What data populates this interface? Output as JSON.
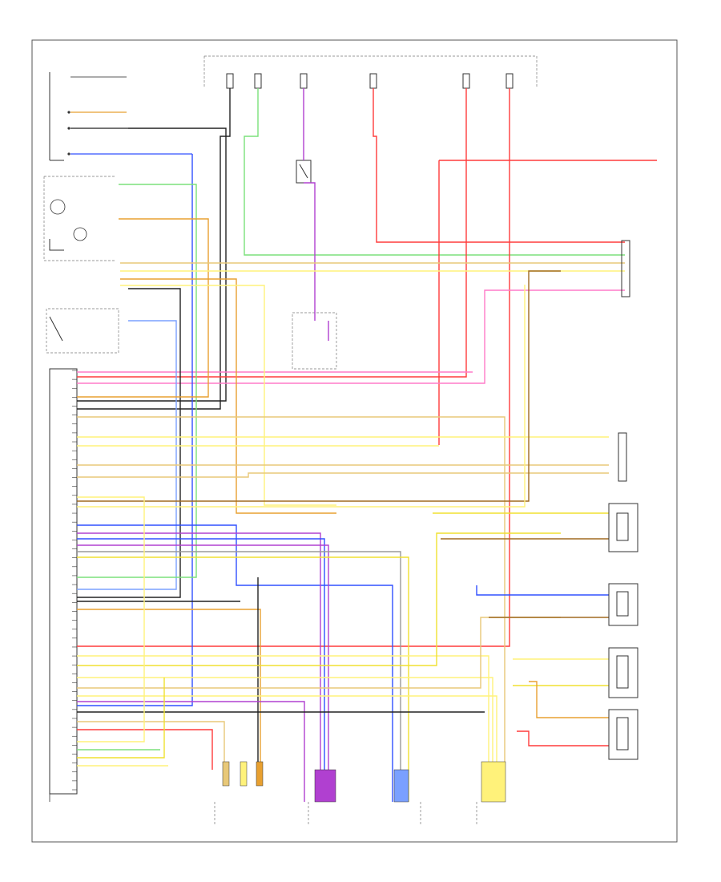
{
  "diagram": {
    "footer_code": "",
    "colors": {
      "red": "#ff3b3b",
      "pink": "#ff7ac8",
      "orange": "#e8a030",
      "brown": "#a06a20",
      "yellow": "#f0e030",
      "light_yellow": "#fff27a",
      "green": "#30c030",
      "light_green": "#7be07b",
      "blue": "#3050ff",
      "light_blue": "#7aa0ff",
      "violet": "#b040d0",
      "black": "#222222",
      "gray": "#9a9a9a",
      "tan": "#e8c878"
    },
    "components": [
      {
        "id": "ignition-switch",
        "label": ""
      },
      {
        "id": "fuse-hot-at-all-times",
        "label": ""
      },
      {
        "id": "fuse-hot-in-run",
        "label": ""
      },
      {
        "id": "fuse-block-1",
        "label": ""
      },
      {
        "id": "fuse-block-2",
        "label": ""
      },
      {
        "id": "brake-switch",
        "label": ""
      },
      {
        "id": "instrument-cluster",
        "label": ""
      },
      {
        "id": "stoplight-switch",
        "label": ""
      },
      {
        "id": "abs-control-module",
        "label": ""
      },
      {
        "id": "diagnostic-connector",
        "label": ""
      },
      {
        "id": "right-front-wheel-sensor",
        "label": ""
      },
      {
        "id": "left-front-wheel-sensor",
        "label": ""
      },
      {
        "id": "right-rear-wheel-sensor",
        "label": ""
      },
      {
        "id": "left-rear-wheel-sensor",
        "label": ""
      },
      {
        "id": "hydraulic-unit-1",
        "label": ""
      },
      {
        "id": "hydraulic-unit-2",
        "label": ""
      },
      {
        "id": "hydraulic-unit-3",
        "label": ""
      },
      {
        "id": "hydraulic-unit-4",
        "label": ""
      }
    ],
    "pin_count": 48
  }
}
